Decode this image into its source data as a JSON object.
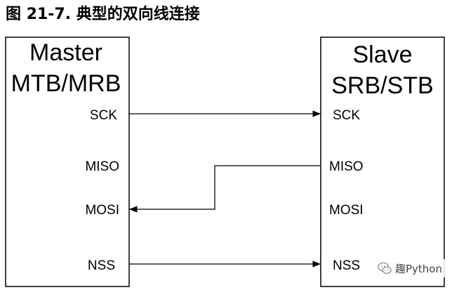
{
  "figure": {
    "caption": "图 21-7. 典型的双向线连接"
  },
  "master": {
    "title_line1": "Master",
    "title_line2": "MTB/MRB",
    "pins": [
      "SCK",
      "MISO",
      "MOSI",
      "NSS"
    ]
  },
  "slave": {
    "title_line1": "Slave",
    "title_line2": "SRB/STB",
    "pins": [
      "SCK",
      "MISO",
      "MOSI",
      "NSS"
    ]
  },
  "connections": [
    {
      "from": "master.SCK",
      "to": "slave.SCK"
    },
    {
      "from": "slave.MISO",
      "to": "master.MOSI"
    },
    {
      "from": "master.NSS",
      "to": "slave.NSS"
    }
  ],
  "watermark": {
    "text": "趣Python",
    "icon": "wechat-icon"
  }
}
